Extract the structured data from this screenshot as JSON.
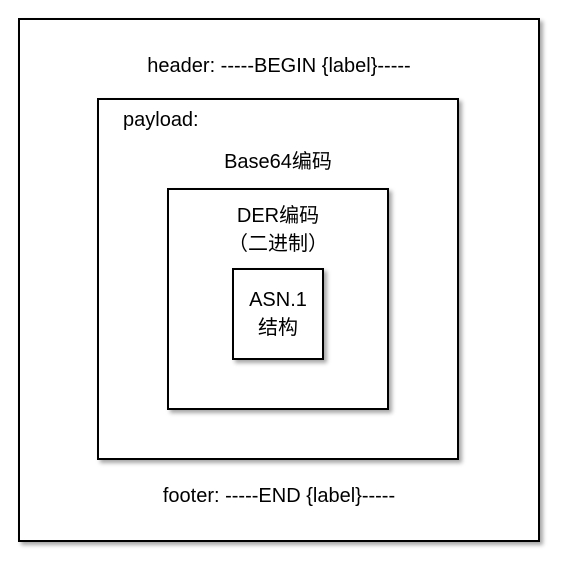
{
  "outer": {
    "header": "header: -----BEGIN {label}-----",
    "footer": "footer: -----END {label}-----"
  },
  "payload": {
    "label": "payload:",
    "encoding": "Base64编码"
  },
  "der": {
    "line1": "DER编码",
    "line2": "（二进制）"
  },
  "asn": {
    "line1": "ASN.1",
    "line2": "结构"
  }
}
